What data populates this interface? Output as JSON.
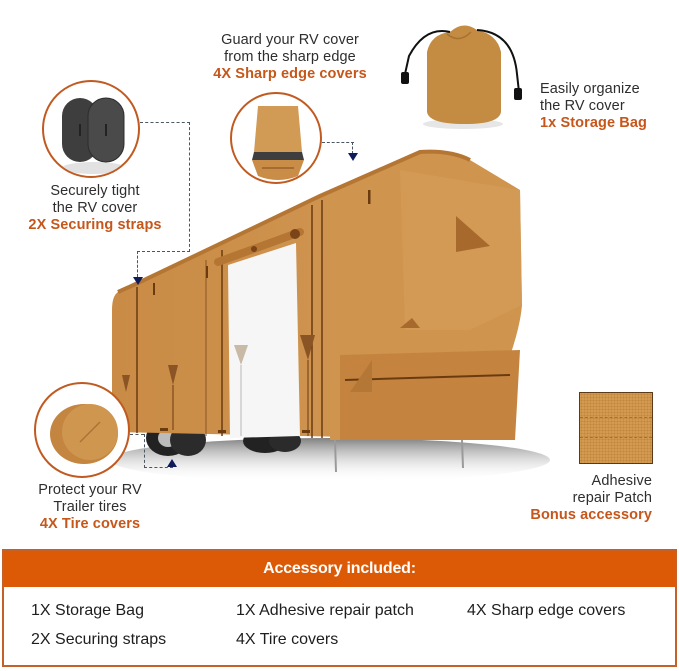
{
  "callouts": {
    "sharp_edge": {
      "line1": "Guard your RV cover",
      "line2": "from the sharp edge",
      "highlight": "4X Sharp edge covers"
    },
    "storage_bag": {
      "line1": "Easily organize",
      "line2": "the RV cover",
      "highlight": "1x Storage Bag"
    },
    "straps": {
      "line1": "Securely tight",
      "line2": "the RV cover",
      "highlight": "2X Securing straps"
    },
    "tire": {
      "line1": "Protect your RV",
      "line2": "Trailer tires",
      "highlight": "4X Tire covers"
    },
    "patch": {
      "line1": "Adhesive",
      "line2": "repair Patch",
      "highlight": "Bonus accessory"
    }
  },
  "accessories": {
    "title": "Accessory included:",
    "items": [
      "1X Storage Bag",
      "1X Adhesive repair patch",
      "4X Sharp edge covers",
      "2X Securing straps",
      "4X Tire covers"
    ]
  },
  "colors": {
    "accent": "#dc5a06",
    "highlight_text": "#c6561a",
    "cover_tan": "#cd9048",
    "ring": "#c05a20",
    "arrow": "#0e1c5a"
  }
}
